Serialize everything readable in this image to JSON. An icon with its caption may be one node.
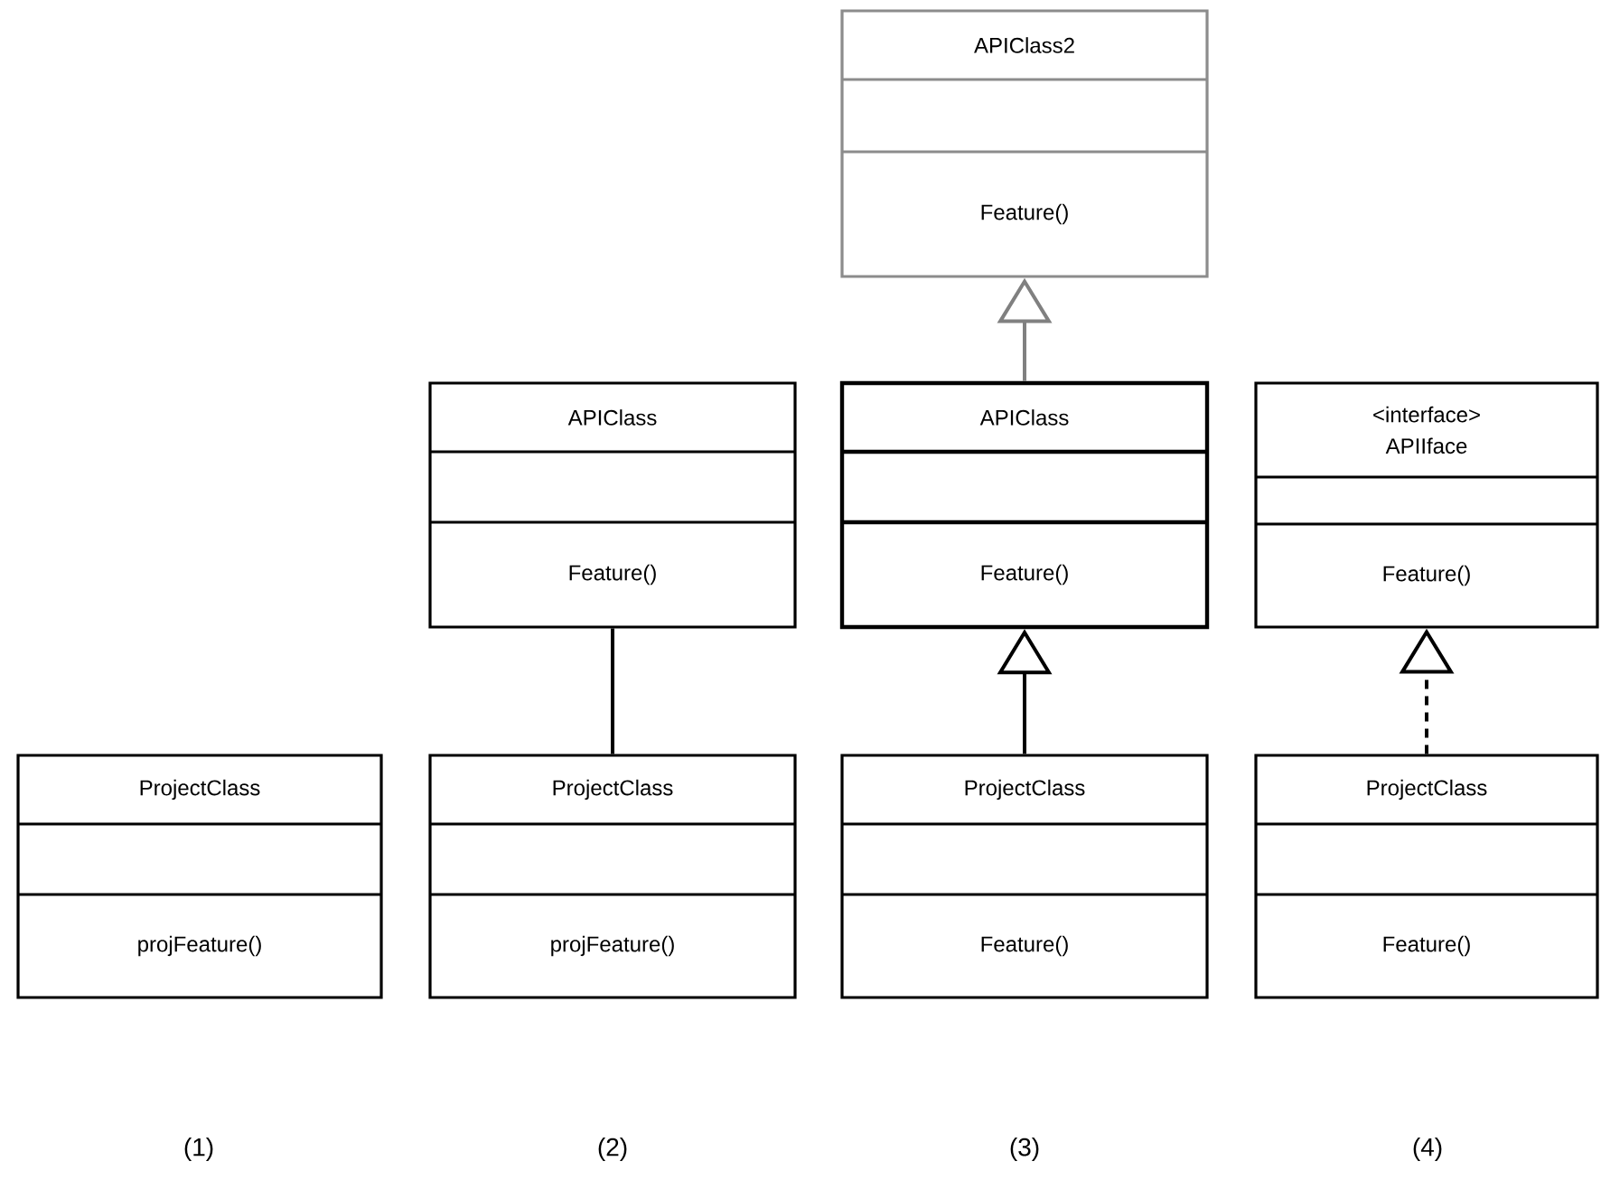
{
  "diagram": {
    "nodes": [
      {
        "text": [
          "APIClass2",
          "Feature()"
        ]
      },
      {
        "text": [
          "APIClass",
          "Feature()"
        ]
      },
      {
        "text": [
          "APIClass",
          "Feature()"
        ]
      },
      {
        "text": [
          "<interface>",
          "APIIface",
          "Feature()"
        ]
      },
      {
        "text": [
          "ProjectClass",
          "projFeature()"
        ]
      },
      {
        "text": [
          "ProjectClass",
          "projFeature()"
        ]
      },
      {
        "text": [
          "ProjectClass",
          "Feature()"
        ]
      },
      {
        "text": [
          "ProjectClass",
          "Feature()"
        ]
      }
    ],
    "edges": [
      {
        "from": 5,
        "to": 1,
        "arrow": "none"
      },
      {
        "from": 6,
        "to": 2,
        "arrow": "to"
      },
      {
        "from": 2,
        "to": 0,
        "arrow": "to",
        "color": "#808080"
      },
      {
        "from": 7,
        "to": 3,
        "arrow": "to",
        "style": "dashed"
      }
    ],
    "labels": [
      "(1)",
      "(2)",
      "(3)",
      "(4)"
    ]
  }
}
